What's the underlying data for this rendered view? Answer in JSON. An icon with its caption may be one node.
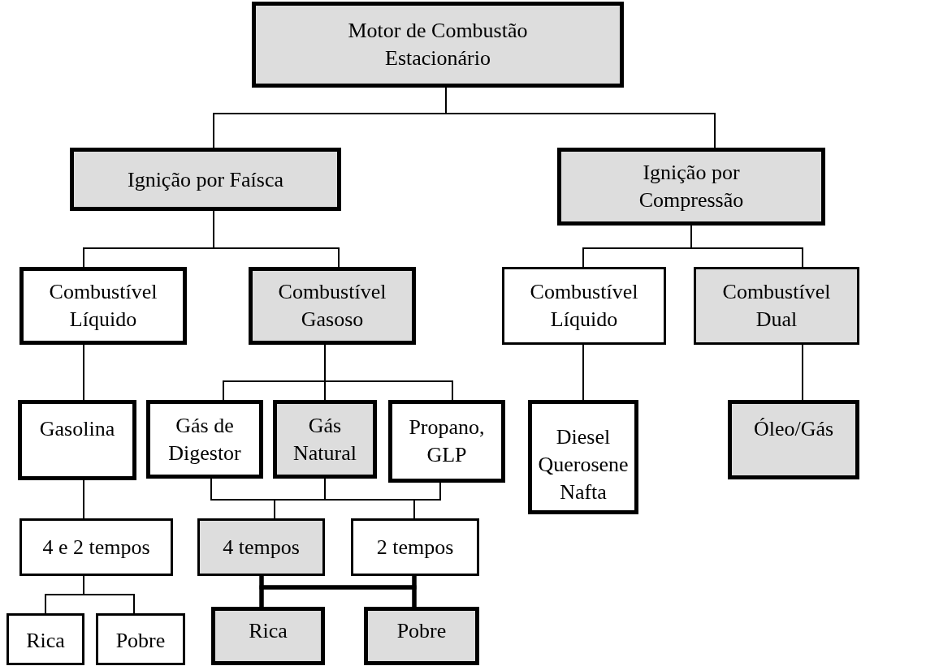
{
  "diagram": {
    "nodes": [
      {
        "text": [
          "Motor de Combustão Estacionário"
        ]
      },
      {
        "text": [
          "Ignição por Faísca"
        ]
      },
      {
        "text": [
          "Ignição por Compressão"
        ]
      },
      {
        "text": [
          "Combustível Líquido"
        ]
      },
      {
        "text": [
          "Combustível Gasoso"
        ]
      },
      {
        "text": [
          "Combustível Líquido"
        ]
      },
      {
        "text": [
          "Combustível Dual"
        ]
      },
      {
        "text": [
          "Gasolina"
        ]
      },
      {
        "text": [
          "Gás de Digestor"
        ]
      },
      {
        "text": [
          "Gás Natural"
        ]
      },
      {
        "text": [
          "Propano, GLP"
        ]
      },
      {
        "text": [
          "Diesel Querosene Nafta"
        ]
      },
      {
        "text": [
          "Óleo/Gás"
        ]
      },
      {
        "text": [
          "4 e 2 tempos"
        ]
      },
      {
        "text": [
          "4 tempos"
        ]
      },
      {
        "text": [
          "2 tempos"
        ]
      },
      {
        "text": [
          "Rica"
        ]
      },
      {
        "text": [
          "Pobre"
        ]
      },
      {
        "text": [
          "Rica"
        ]
      },
      {
        "text": [
          "Pobre"
        ]
      }
    ],
    "edges": [
      {
        "from": 0,
        "to": 1,
        "arrow": "none"
      },
      {
        "from": 0,
        "to": 2,
        "arrow": "none"
      },
      {
        "from": 1,
        "to": 3,
        "arrow": "none"
      },
      {
        "from": 1,
        "to": 4,
        "arrow": "none"
      },
      {
        "from": 2,
        "to": 5,
        "arrow": "none"
      },
      {
        "from": 2,
        "to": 6,
        "arrow": "none"
      },
      {
        "from": 3,
        "to": 7,
        "arrow": "none"
      },
      {
        "from": 4,
        "to": 8,
        "arrow": "none"
      },
      {
        "from": 4,
        "to": 9,
        "arrow": "none"
      },
      {
        "from": 4,
        "to": 10,
        "arrow": "none"
      },
      {
        "from": 8,
        "to": 14,
        "arrow": "none"
      },
      {
        "from": 8,
        "to": 15,
        "arrow": "none"
      },
      {
        "from": 9,
        "to": 14,
        "arrow": "none"
      },
      {
        "from": 9,
        "to": 15,
        "arrow": "none"
      },
      {
        "from": 10,
        "to": 14,
        "arrow": "none"
      },
      {
        "from": 10,
        "to": 15,
        "arrow": "none"
      },
      {
        "from": 5,
        "to": 11,
        "arrow": "none"
      },
      {
        "from": 6,
        "to": 12,
        "arrow": "none"
      },
      {
        "from": 7,
        "to": 13,
        "arrow": "none"
      },
      {
        "from": 13,
        "to": 16,
        "arrow": "none"
      },
      {
        "from": 13,
        "to": 17,
        "arrow": "none"
      },
      {
        "from": 14,
        "to": 18,
        "arrow": "none",
        "style": "thick"
      },
      {
        "from": 14,
        "to": 19,
        "arrow": "none",
        "style": "thick"
      },
      {
        "from": 15,
        "to": 18,
        "arrow": "none",
        "style": "thick"
      },
      {
        "from": 15,
        "to": 19,
        "arrow": "none",
        "style": "thick"
      }
    ]
  }
}
